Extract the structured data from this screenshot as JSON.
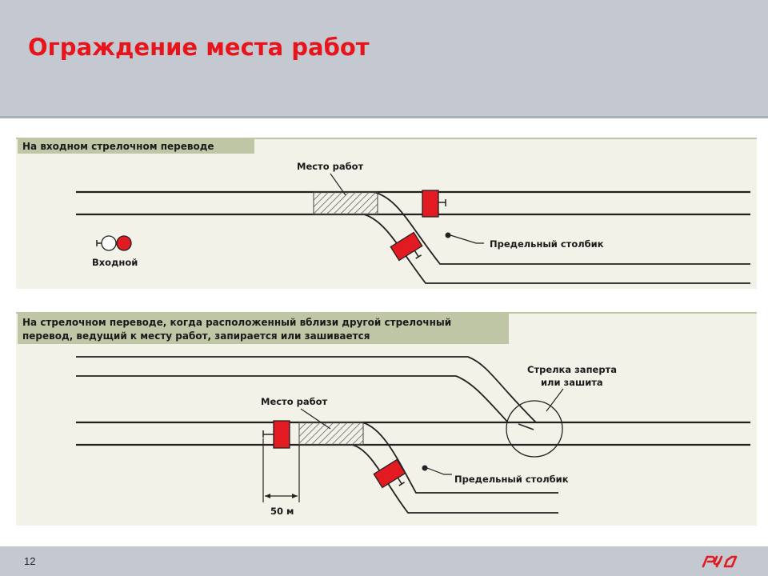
{
  "slide": {
    "title": "Ограждение места работ",
    "page_number": "12"
  },
  "panel1": {
    "heading": "На входном стрелочном переводе",
    "work_site_label": "Место работ",
    "clearance_post_label": "Предельный столбик",
    "signal_label": "Входной"
  },
  "panel2": {
    "heading_line1": "На стрелочном переводе, когда расположенный вблизи другой стрелочный",
    "heading_line2": "перевод, ведущий к месту работ, запирается или зашивается",
    "work_site_label": "Место работ",
    "switch_locked_line1": "Стрелка заперта",
    "switch_locked_line2": "или зашита",
    "clearance_post_label": "Предельный столбик",
    "distance_label": "50 м"
  },
  "colors": {
    "title": "#e8141b",
    "header_bg": "#c4c9d1",
    "panel_bg": "#f2f2e8",
    "panel_label_bg": "#bfc6a6",
    "stop_signal": "#e21a22"
  },
  "logo": {
    "icon": "rzd-logo-icon"
  }
}
